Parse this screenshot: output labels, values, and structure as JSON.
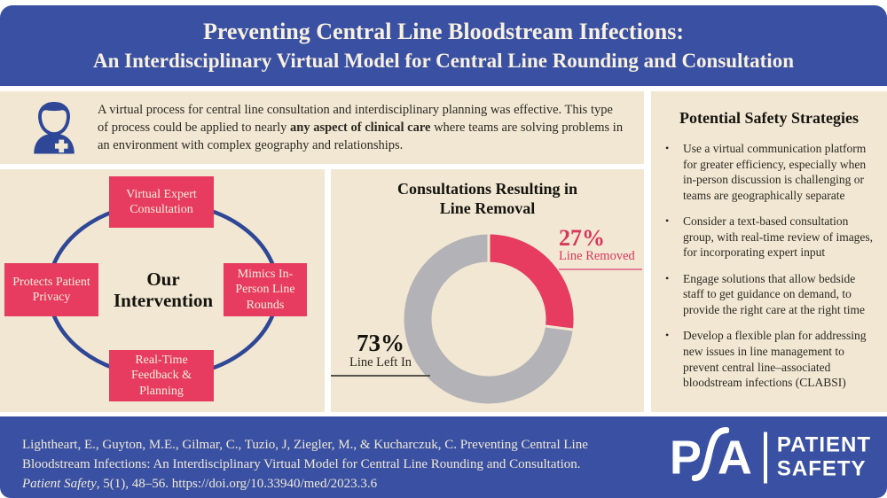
{
  "title": {
    "line1": "Preventing Central Line Bloodstream Infections:",
    "line2": "An Interdisciplinary Virtual Model for Central Line Rounding and Consultation"
  },
  "summary": {
    "lead": "A virtual process for central line consultation and interdisciplinary planning was effective. This type of process could be applied to nearly ",
    "bold": "any aspect of clinical care",
    "tail": " where teams are solving problems in an environment with complex geography and relationships.",
    "icon": "clinician-icon"
  },
  "strategies": {
    "heading": "Potential Safety Strategies",
    "bullet_char": "•",
    "bullets": [
      "Use a virtual communication platform for greater efficiency, especially when in-person discussion is challenging or teams are geographically separate",
      "Consider a text-based consultation group, with real-time review of images, for incorporating expert input",
      "Engage solutions that allow bedside staff to get guidance on demand, to provide the right care at the right time",
      "Develop a flexible plan for addressing new issues in line management to prevent central line–associated bloodstream infections (CLABSI)"
    ]
  },
  "intervention": {
    "center": "Our Intervention",
    "boxes": [
      "Virtual Expert Consultation",
      "Protects Patient Privacy",
      "Mimics In-Person Line Rounds",
      "Real-Time Feedback & Planning"
    ]
  },
  "chart_data": {
    "type": "pie",
    "style": "donut",
    "title": "Consultations Resulting in Line Removal",
    "categories": [
      "Line Removed",
      "Line Left In"
    ],
    "values": [
      27,
      73
    ],
    "value_labels": [
      "27%",
      "73%"
    ],
    "colors": [
      "#E73B5F",
      "#B3B3B7"
    ],
    "start_angle": "12 o'clock",
    "direction": "clockwise",
    "legend": "none"
  },
  "citation": {
    "part1": "Lightheart, E., Guyton, M.E., Gilmar, C., Tuzio, J, Ziegler, M., & Kucharczuk, C. Preventing Central Line Bloodstream Infections: An Interdisciplinary Virtual Model for Central Line Rounding and Consultation. ",
    "journal_italic": "Patient Safety",
    "part2": ", 5(1), 48–56. https://doi.org/10.33940/med/2023.3.6"
  },
  "logo": {
    "letter_p": "P",
    "letter_a": "A",
    "wordmark_line1": "PATIENT",
    "wordmark_line2": "SAFETY"
  },
  "colors": {
    "brand_blue": "#3A50A2",
    "accent_pink": "#E73B5F",
    "panel_cream": "#F2E7D3",
    "donut_gray": "#B3B3B7"
  }
}
